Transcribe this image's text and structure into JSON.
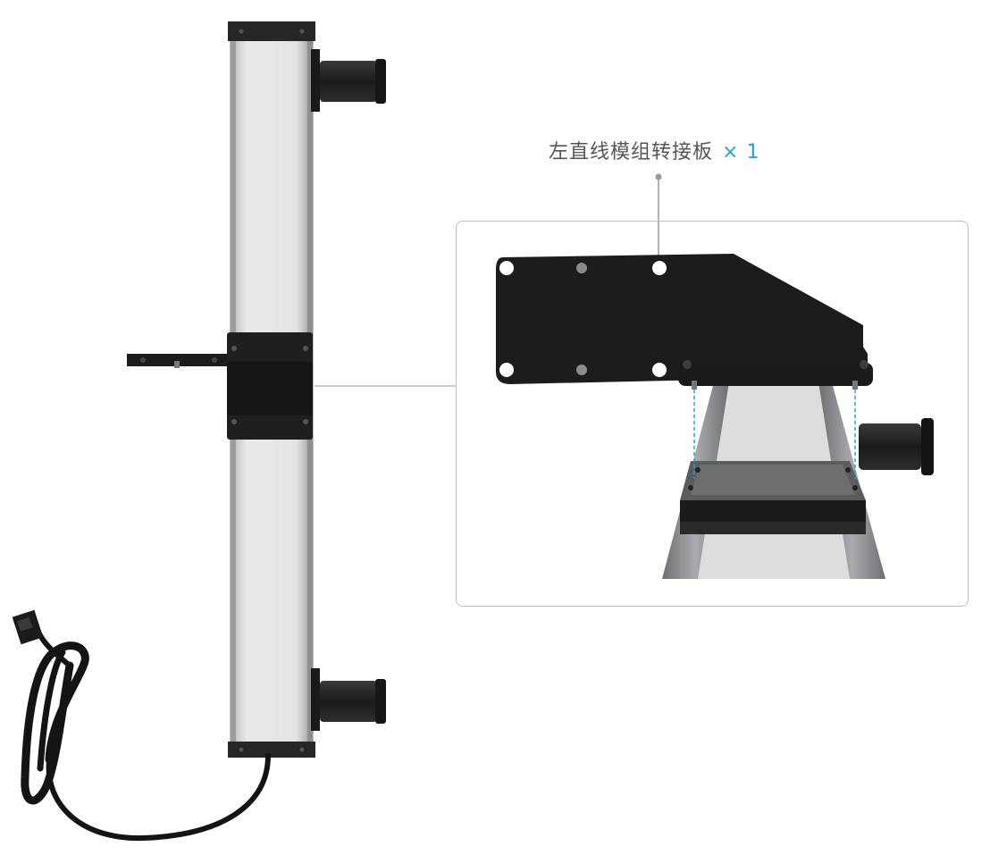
{
  "callout": {
    "label": "左直线模组转接板",
    "quantity": "× 1"
  },
  "colors": {
    "accent": "#1ea6d6",
    "label_text": "#555555",
    "frame_border": "#bdbdbd",
    "plate": "#1c1c1c",
    "rail_silver": "#b9bcbf"
  },
  "icons": [
    "linear-module",
    "adapter-plate",
    "cable",
    "motor"
  ]
}
